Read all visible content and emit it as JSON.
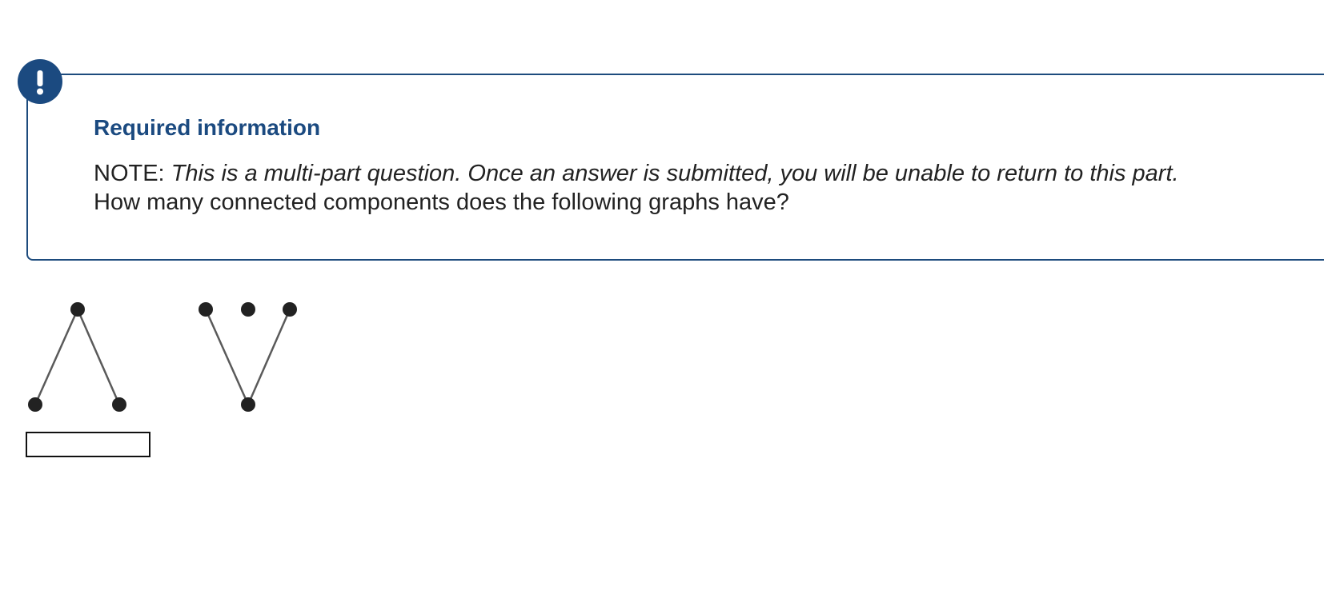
{
  "alert": {
    "icon": "exclamation-icon",
    "symbol": "!",
    "color": "#1b4a80"
  },
  "info": {
    "title": "Required information",
    "note_label": "NOTE:",
    "note_text": "This is a multi-part question. Once an answer is submitted, you will be unable to return to this part.",
    "question": "How many connected components does the following graphs have?"
  },
  "answer": {
    "value": "",
    "placeholder": ""
  }
}
